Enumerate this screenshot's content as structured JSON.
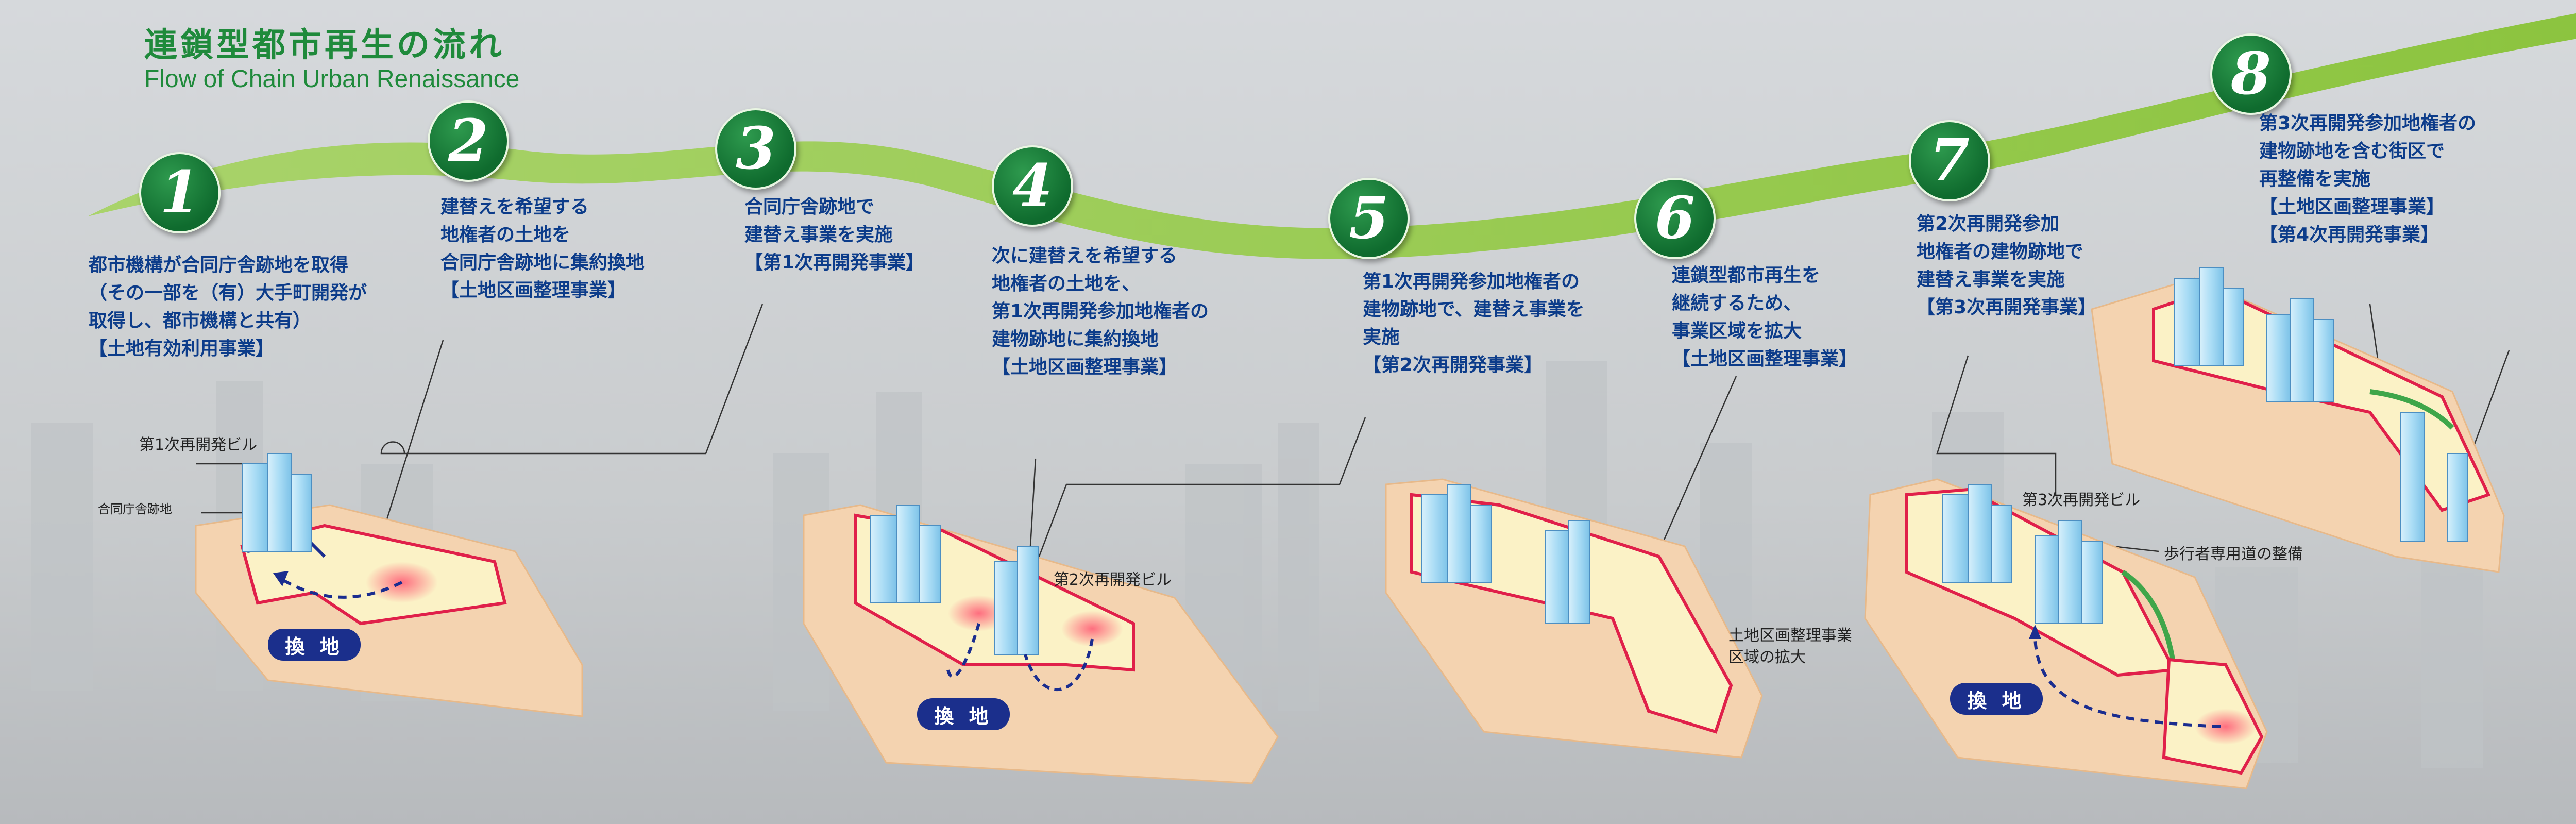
{
  "title": {
    "jp": "連鎖型都市再生の流れ",
    "en": "Flow of Chain Urban Renaissance"
  },
  "steps": [
    {
      "number": "1",
      "lines": [
        "都市機構が合同庁舎跡地を取得",
        "（その一部を（有）大手町開発が",
        "取得し、都市機構と共有）",
        "【土地有効利用事業】"
      ]
    },
    {
      "number": "2",
      "lines": [
        "建替えを希望する",
        "地権者の土地を",
        "合同庁舎跡地に集約換地",
        "【土地区画整理事業】"
      ]
    },
    {
      "number": "3",
      "lines": [
        "合同庁舎跡地で",
        "建替え事業を実施",
        "【第1次再開発事業】"
      ]
    },
    {
      "number": "4",
      "lines": [
        "次に建替えを希望する",
        "地権者の土地を、",
        "第1次再開発参加地権者の",
        "建物跡地に集約換地",
        "【土地区画整理事業】"
      ]
    },
    {
      "number": "5",
      "lines": [
        "第1次再開発参加地権者の",
        "建物跡地で、建替え事業を",
        "実施",
        "【第2次再開発事業】"
      ]
    },
    {
      "number": "6",
      "lines": [
        "連鎖型都市再生を",
        "継続するため、",
        "事業区域を拡大",
        "【土地区画整理事業】"
      ]
    },
    {
      "number": "7",
      "lines": [
        "第2次再開発参加",
        "地権者の建物跡地で",
        "建替え事業を実施",
        "【第3次再開発事業】"
      ]
    },
    {
      "number": "8",
      "lines": [
        "第3次再開発参加地権者の",
        "建物跡地を含む街区で",
        "再整備を実施",
        "【土地区画整理事業】",
        "【第4次再開発事業】"
      ]
    }
  ],
  "labels": {
    "bldg1": "第1次再開発ビル",
    "site": "合同庁舎跡地",
    "bldg2": "第2次再開発ビル",
    "bldg3": "第3次再開発ビル",
    "expand": [
      "土地区画整理事業",
      "区域の拡大"
    ],
    "walkway": "歩行者専用道の整備",
    "kanchi": "換 地"
  },
  "colors": {
    "green": "#1f8a3b",
    "navy": "#0c3c8a",
    "ground": "#f4d3b0",
    "lot": "#fbf2c6",
    "boundary": "#e0204a",
    "building": "#a9dcf5"
  }
}
